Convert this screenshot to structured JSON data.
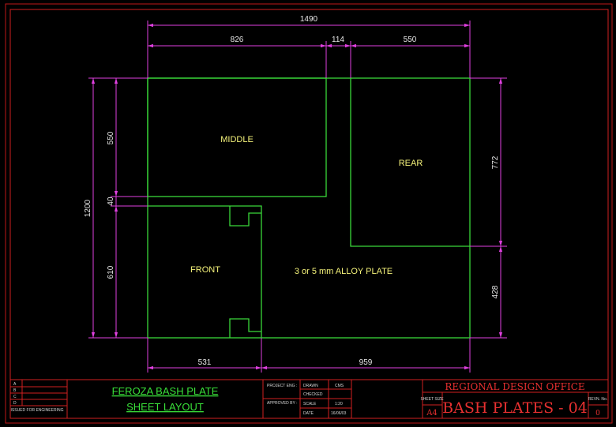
{
  "dimensions": {
    "overall_width": "1490",
    "middle_width": "826",
    "gap_width": "114",
    "rear_width": "550",
    "overall_height": "1200",
    "middle_height": "550",
    "gap_height": "40",
    "front_height": "610",
    "rear_height": "772",
    "lower_right_height": "428",
    "front_width": "531",
    "lower_rest_width": "959"
  },
  "plates": {
    "middle": "MIDDLE",
    "rear": "REAR",
    "front": "FRONT",
    "note": "3 or 5 mm ALLOY PLATE"
  },
  "title_block": {
    "title_line1": "FEROZA BASH PLATE",
    "title_line2": "SHEET LAYOUT",
    "project_eng_label": "PROJECT ENG :",
    "approved_label": "APPROVED BY :",
    "drawn_label": "DRAWN",
    "drawn_value": "CMS",
    "checked_label": "CHECKED",
    "scale_label": "SCALE",
    "scale_value": "1:20",
    "date_label": "DATE",
    "date_value": "16/06/03",
    "office": "REGIONAL DESIGN OFFICE",
    "sheet_size_label": "SHEET SIZE",
    "sheet_size_value": "A4",
    "drawing_number": "BASH PLATES - 04",
    "revision_label": "REVN. No.",
    "revision_value": "0",
    "left_box_text": "ISSUED FOR ENGINEERING"
  }
}
